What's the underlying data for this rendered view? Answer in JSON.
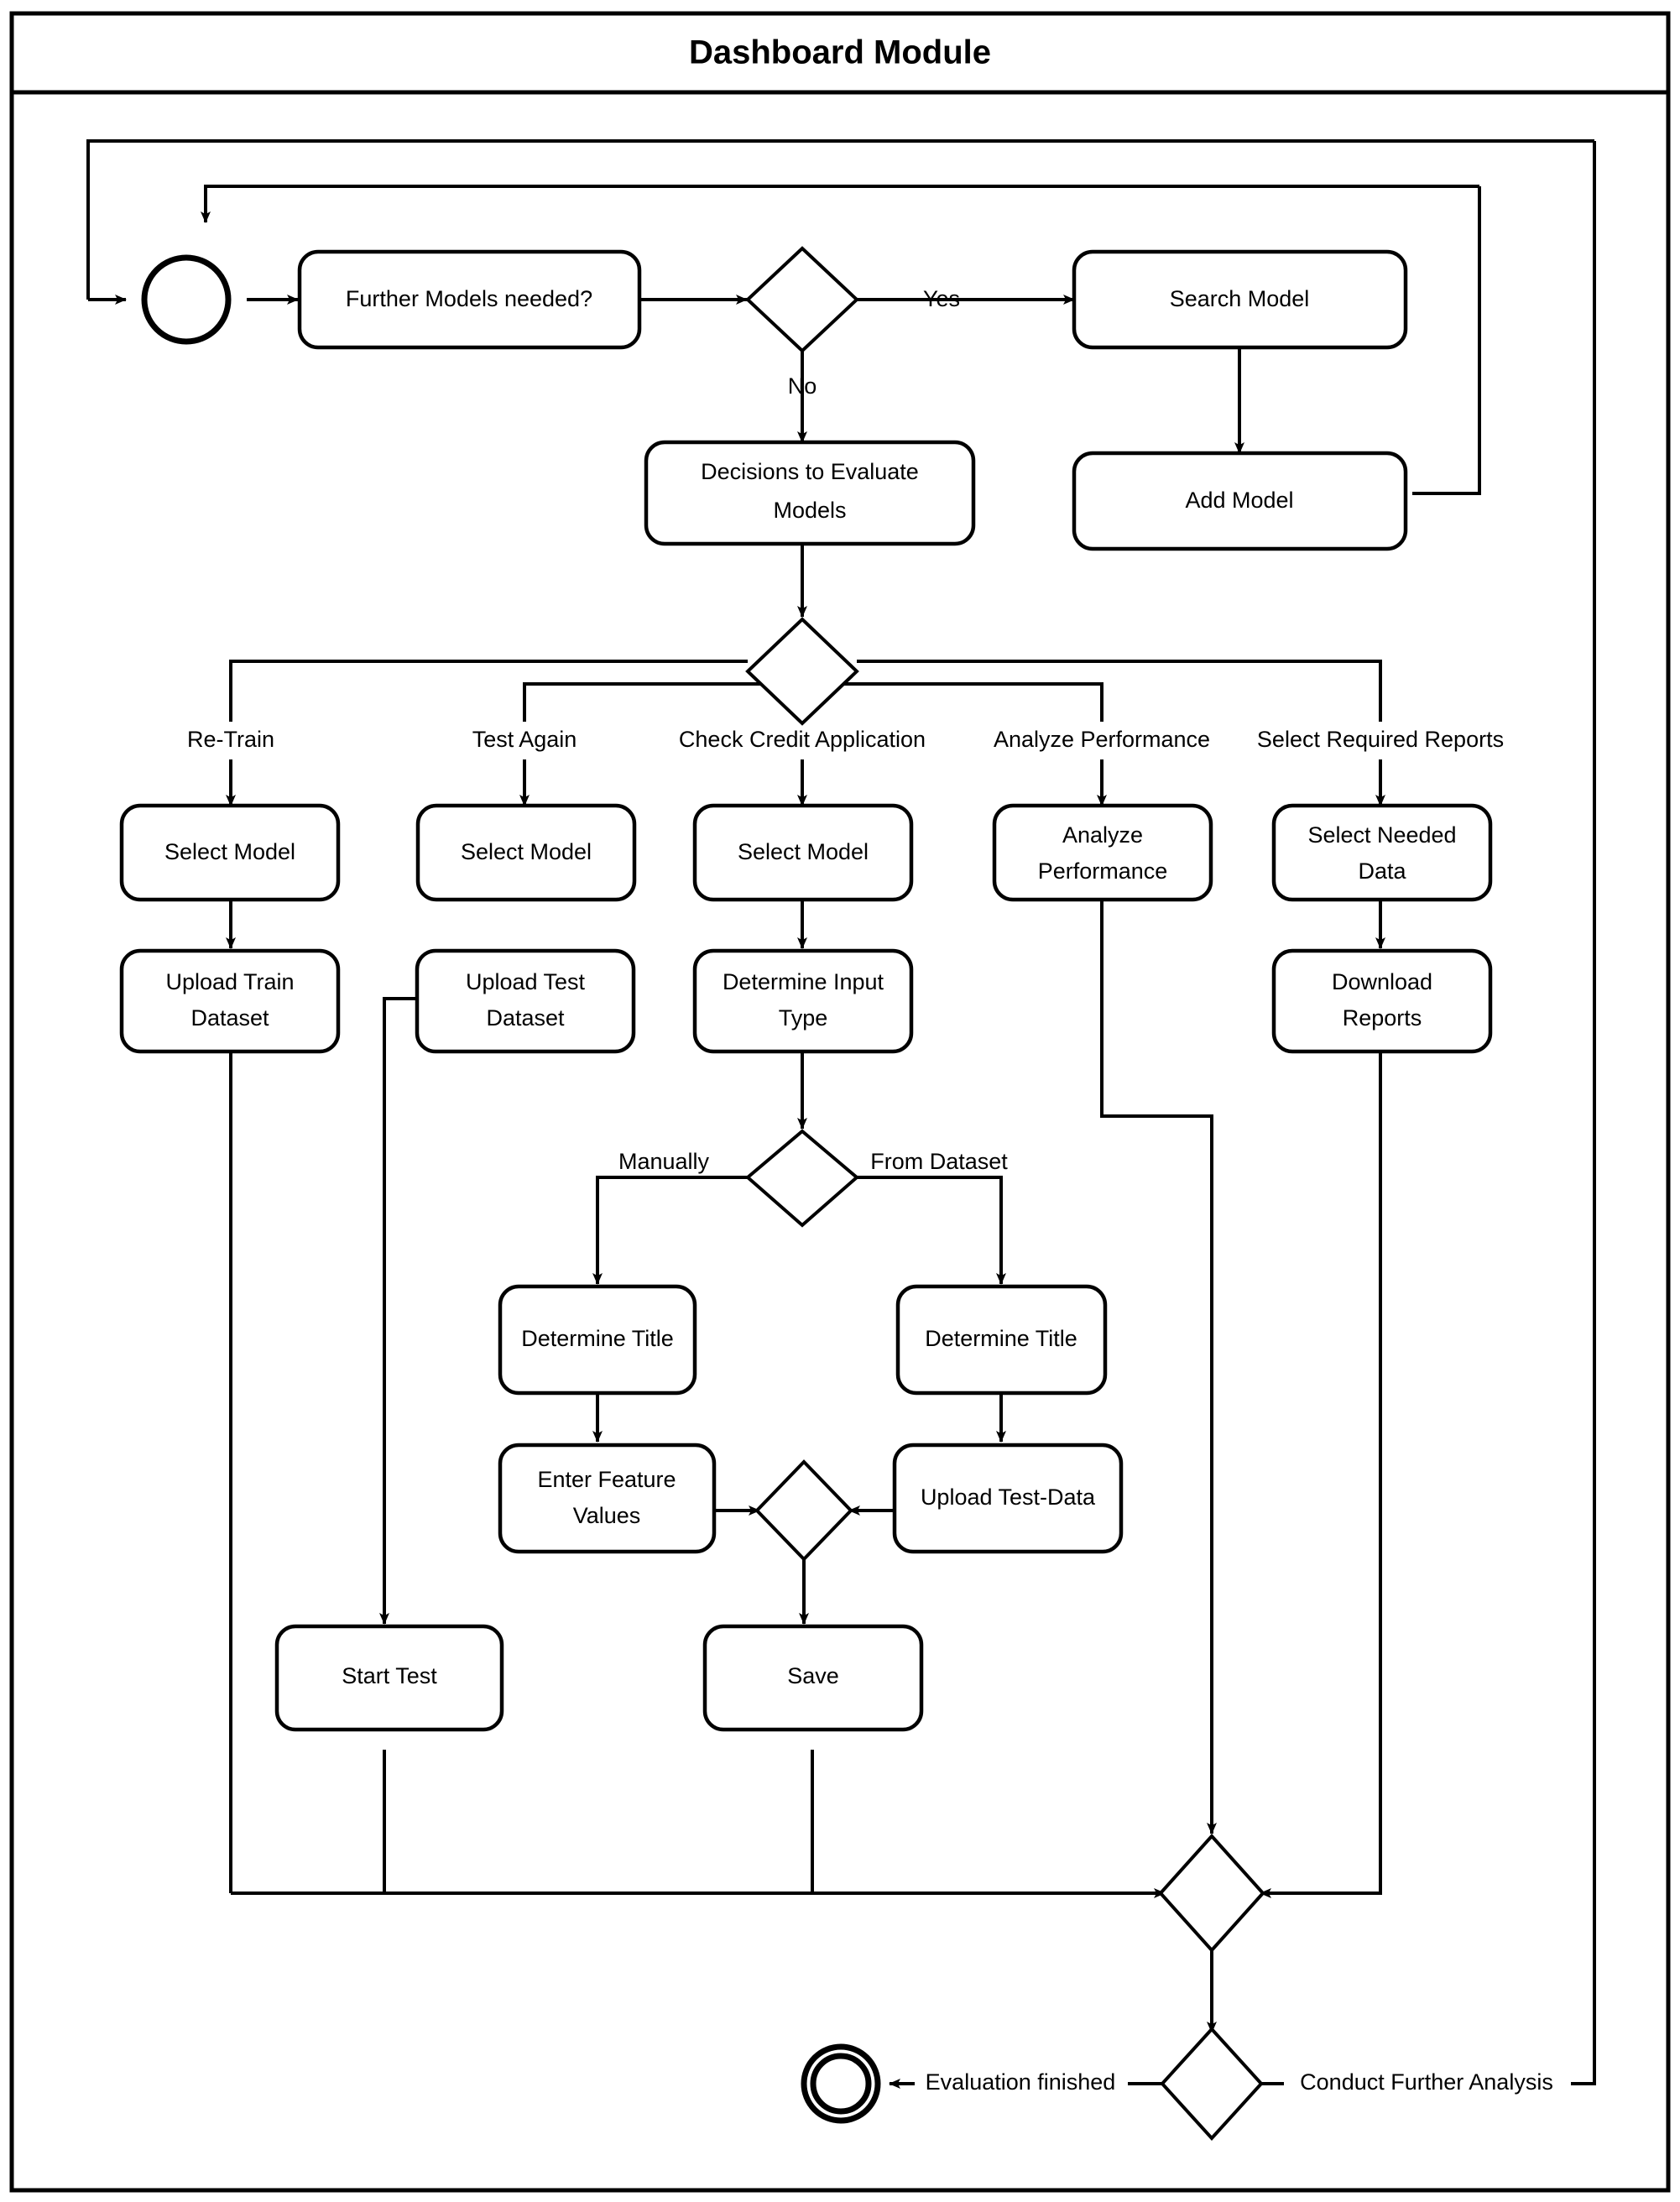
{
  "diagram": {
    "title": "Dashboard Module",
    "type": "UML Activity Diagram",
    "nodes": {
      "start": "initial-node",
      "further_models": "Further Models needed?",
      "search_model": "Search Model",
      "add_model": "Add Model",
      "decisions_to_evaluate": "Decisions to Evaluate Models",
      "select_model_1": "Select Model",
      "select_model_2": "Select Model",
      "select_model_3": "Select Model",
      "analyze_performance": "Analyze Performance",
      "select_needed_data": "Select Needed Data",
      "upload_train_dataset": "Upload Train Dataset",
      "upload_test_dataset": "Upload Test Dataset",
      "determine_input_type": "Determine Input Type",
      "download_reports": "Download Reports",
      "determine_title_left": "Determine Title",
      "determine_title_right": "Determine Title",
      "enter_feature_values": "Enter Feature Values",
      "upload_test_data": "Upload Test-Data",
      "start_test": "Start Test",
      "save": "Save",
      "end": "final-node"
    },
    "edge_labels": {
      "yes": "Yes",
      "no": "No",
      "re_train": "Re-Train",
      "test_again": "Test Again",
      "check_credit_application": "Check Credit Application",
      "analyze_performance": "Analyze Performance",
      "select_required_reports": "Select Required Reports",
      "manually": "Manually",
      "from_dataset": "From Dataset",
      "evaluation_finished": "Evaluation finished",
      "conduct_further_analysis": "Conduct Further Analysis"
    },
    "node_lines": {
      "decisions_to_evaluate": [
        "Decisions to Evaluate",
        "Models"
      ],
      "analyze_performance": [
        "Analyze",
        "Performance"
      ],
      "select_needed_data": [
        "Select Needed",
        "Data"
      ],
      "upload_train_dataset": [
        "Upload Train",
        "Dataset"
      ],
      "upload_test_dataset": [
        "Upload Test",
        "Dataset"
      ],
      "determine_input_type": [
        "Determine Input",
        "Type"
      ],
      "download_reports": [
        "Download",
        "Reports"
      ],
      "enter_feature_values": [
        "Enter Feature",
        "Values"
      ]
    },
    "colors": {
      "stroke": "#000000",
      "fill": "#ffffff",
      "background": "#ffffff"
    }
  }
}
